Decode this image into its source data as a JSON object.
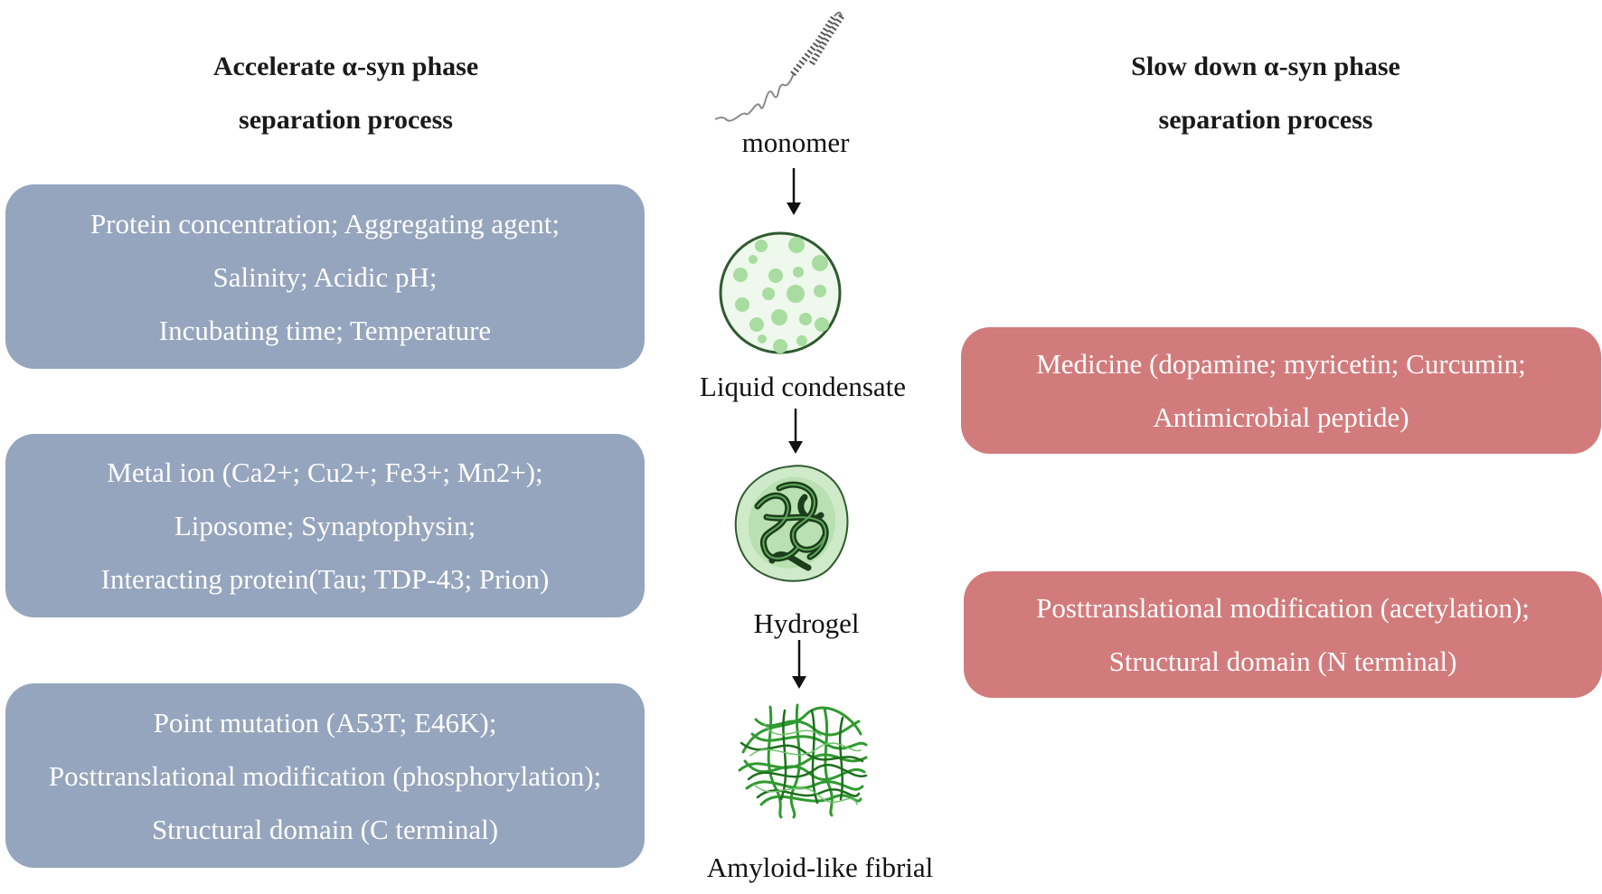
{
  "left_heading": [
    "Accelerate α-syn phase",
    "separation process"
  ],
  "right_heading": [
    "Slow down α-syn phase",
    "separation process"
  ],
  "accelerate_boxes": [
    [
      "Protein concentration; Aggregating agent;",
      "Salinity; Acidic pH;",
      "Incubating time; Temperature"
    ],
    [
      "Metal ion (Ca2+; Cu2+; Fe3+; Mn2+);",
      "Liposome; Synaptophysin;",
      "Interacting protein(Tau; TDP-43; Prion)"
    ],
    [
      "Point mutation (A53T; E46K);",
      "Posttranslational modification (phosphorylation);",
      "Structural domain (C terminal)"
    ]
  ],
  "slowdown_boxes": [
    [
      "Medicine (dopamine; myricetin; Curcumin;",
      "Antimicrobial peptide)"
    ],
    [
      "Posttranslational modification (acetylation);",
      "Structural domain (N terminal)"
    ]
  ],
  "stages": [
    "monomer",
    "Liquid condensate",
    "Hydrogel",
    "Amyloid-like fibrial"
  ],
  "colors": {
    "accelerate_box": "#95a5bd",
    "slowdown_box": "#d27b7c",
    "droplet_fill": "#a8dca0",
    "droplet_border": "#2f5a2f",
    "fibril_green": "#2f9a2f"
  },
  "icons": [
    "monomer-protein-icon",
    "liquid-droplet-icon",
    "hydrogel-icon",
    "fibril-icon",
    "arrow-down-icon"
  ]
}
